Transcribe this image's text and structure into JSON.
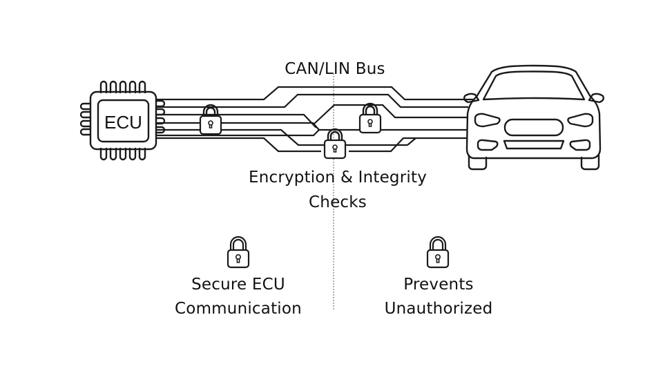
{
  "diagram": {
    "bus_label": "CAN/LIN Bus",
    "ecu_label": "ECU",
    "center_caption_line1": "Encryption & Integrity",
    "center_caption_line2": "Checks",
    "left_feature": {
      "icon": "padlock-icon",
      "line1": "Secure ECU",
      "line2": "Communication"
    },
    "right_feature": {
      "icon": "padlock-icon",
      "line1": "Prevents",
      "line2": "Unauthorized"
    },
    "nodes": [
      {
        "name": "ECU",
        "icon": "chip-icon"
      },
      {
        "name": "Vehicle",
        "icon": "car-icon"
      }
    ],
    "bus_locks": 3,
    "colors": {
      "line": "#1a1a1a",
      "text": "#111111",
      "divider": "#888888",
      "background": "#ffffff"
    }
  }
}
